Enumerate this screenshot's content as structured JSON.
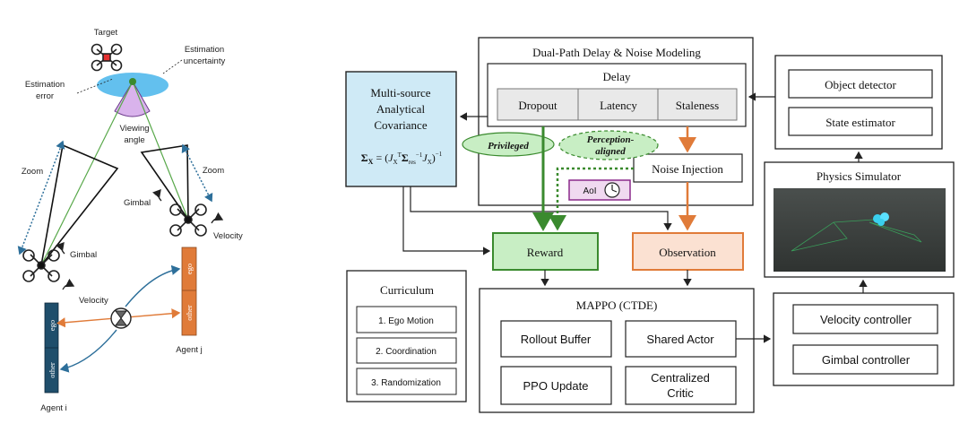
{
  "left_panel": {
    "target": "Target",
    "estimation_uncertainty": [
      "Estimation",
      "uncertainty"
    ],
    "estimation_error": [
      "Estimation",
      "error"
    ],
    "viewing_angle": [
      "Viewing",
      "angle"
    ],
    "zoom_left": "Zoom",
    "zoom_right": "Zoom",
    "gimbal_left": "Gimbal",
    "gimbal_right": "Gimbal",
    "velocity_left": "Velocity",
    "velocity_right": "Velocity",
    "agent_i_ego": "ego",
    "agent_i_other": "other",
    "agent_j_ego": "ego",
    "agent_j_other": "other",
    "agent_i_label": "Agent i",
    "agent_j_label": "Agent j",
    "colors": {
      "agent_i": "#1f4e6b",
      "agent_j": "#e07b39",
      "uncertainty": "#63c0ee",
      "viewing": "#d9b3ec"
    }
  },
  "right_panel": {
    "dual_path": {
      "title": "Dual-Path Delay & Noise Modeling",
      "delay_title": "Delay",
      "delay_items": [
        "Dropout",
        "Latency",
        "Staleness"
      ],
      "noise_injection": "Noise Injection",
      "aoi_label": "AoI",
      "privileged": "Privileged",
      "perception_aligned": [
        "Perception-",
        "aligned"
      ]
    },
    "covariance": {
      "title": [
        "Multi-source",
        "Analytical",
        "Covariance"
      ],
      "formula": "Σ_X = (J_X^T Σ_res^-1 J_X)^-1"
    },
    "reward": "Reward",
    "observation": "Observation",
    "perception_stack": {
      "items": [
        "Object detector",
        "State estimator"
      ]
    },
    "physics_simulator": {
      "title": "Physics Simulator"
    },
    "curriculum": {
      "title": "Curriculum",
      "items": [
        "1. Ego Motion",
        "2. Coordination",
        "3. Randomization"
      ]
    },
    "mappo": {
      "title": "MAPPO (CTDE)",
      "items": [
        "Rollout Buffer",
        "Shared Actor",
        "PPO Update",
        [
          "Centralized",
          "Critic"
        ]
      ]
    },
    "controllers": {
      "items": [
        "Velocity controller",
        "Gimbal controller"
      ]
    },
    "colors": {
      "covariance": "#cfeaf6",
      "reward": "#c8eec4",
      "observation": "#fbe1d2",
      "green_path": "#3a8a2e",
      "orange_path": "#e07b39",
      "aoi_border": "#8b2a8b"
    }
  }
}
